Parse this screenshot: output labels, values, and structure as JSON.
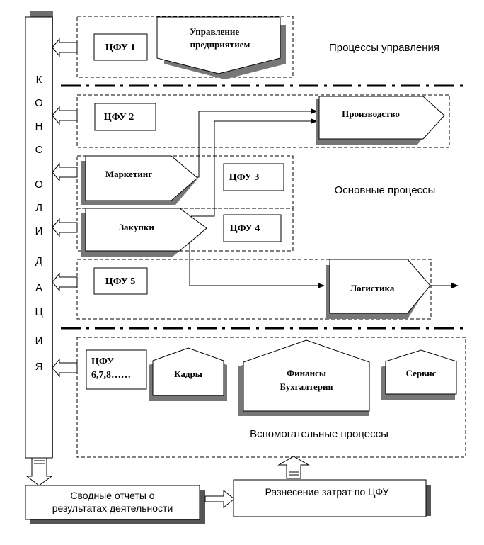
{
  "consolidation": {
    "letters": [
      "К",
      "О",
      "Н",
      "С",
      "О",
      "Л",
      "И",
      "Д",
      "А",
      "Ц",
      "И",
      "Я"
    ]
  },
  "sections": {
    "management": "Процессы управления",
    "core": "Основные процессы",
    "support": "Вспомогательные процессы"
  },
  "cfu": {
    "c1": "ЦФУ 1",
    "c2": "ЦФУ 2",
    "c3": "ЦФУ 3",
    "c4": "ЦФУ 4",
    "c5": "ЦФУ 5",
    "c678_line1": "ЦФУ",
    "c678_line2": "6,7,8……"
  },
  "processes": {
    "management_line1": "Управление",
    "management_line2": "предприятием",
    "production": "Производство",
    "marketing": "Маркетинг",
    "purchasing": "Закупки",
    "logistics": "Логистика",
    "hr": "Кадры",
    "finance_line1": "Финансы",
    "finance_line2": "Бухгалтерия",
    "service": "Сервис"
  },
  "bottom": {
    "reports_line1": "Сводные отчеты о",
    "reports_line2": "результатах деятельности",
    "allocation": "Разнесение затрат по ЦФУ"
  }
}
